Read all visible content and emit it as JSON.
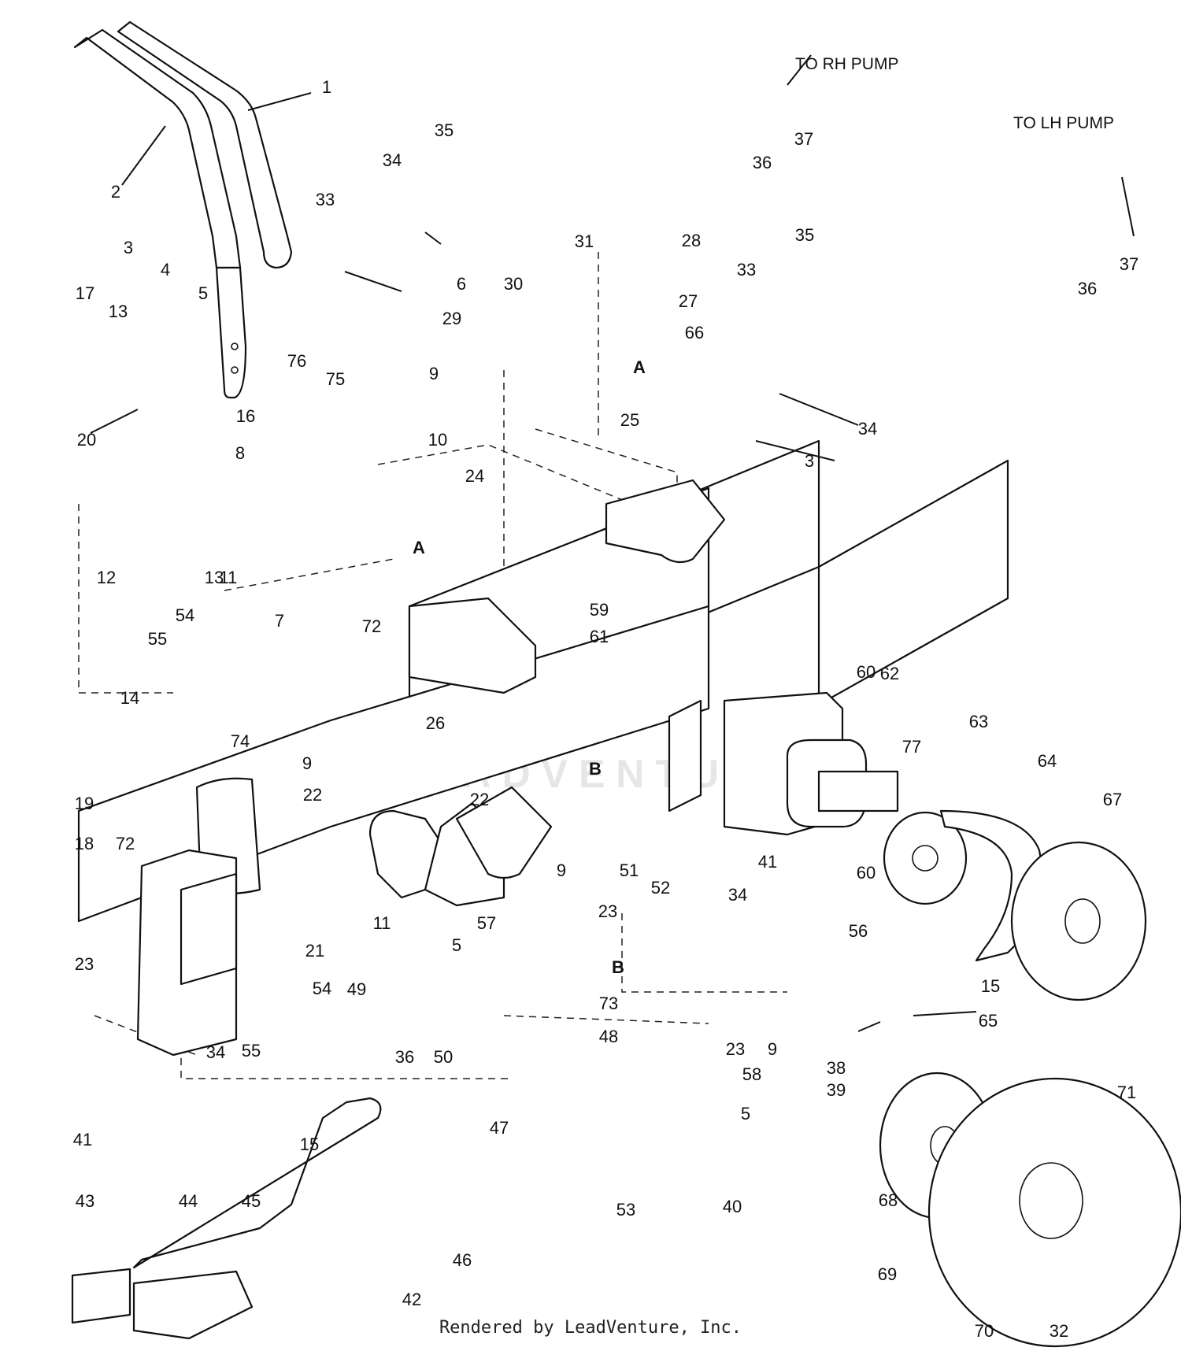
{
  "pump_labels": {
    "rh": "TO RH PUMP",
    "lh": "TO LH PUMP"
  },
  "view_letters": [
    "A",
    "A",
    "B",
    "B"
  ],
  "watermark": "LEADVENTURE",
  "footer": "Rendered by LeadVenture, Inc.",
  "callouts": [
    "1",
    "2",
    "3",
    "4",
    "5",
    "17",
    "13",
    "20",
    "16",
    "12",
    "13",
    "11",
    "8",
    "76",
    "75",
    "7",
    "6",
    "34",
    "33",
    "35",
    "9",
    "10",
    "29",
    "30",
    "31",
    "28",
    "27",
    "25",
    "24",
    "36",
    "37",
    "36",
    "37",
    "35",
    "33",
    "34",
    "66",
    "3",
    "54",
    "55",
    "14",
    "74",
    "9",
    "22",
    "72",
    "26",
    "59",
    "61",
    "60",
    "62",
    "63",
    "77",
    "64",
    "67",
    "19",
    "18",
    "72",
    "23",
    "21",
    "54",
    "55",
    "41",
    "34",
    "15",
    "11",
    "5",
    "57",
    "49",
    "36",
    "50",
    "73",
    "48",
    "47",
    "46",
    "22",
    "9",
    "51",
    "52",
    "41",
    "34",
    "23",
    "56",
    "60",
    "15",
    "65",
    "23",
    "9",
    "58",
    "5",
    "53",
    "38",
    "39",
    "40",
    "68",
    "69",
    "71",
    "70",
    "32",
    "43",
    "44",
    "45",
    "42",
    "B",
    "B"
  ]
}
